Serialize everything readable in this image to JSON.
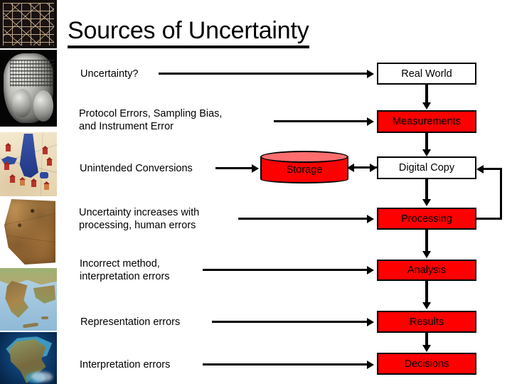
{
  "slide": {
    "title": "Sources of Uncertainty",
    "background_color": "#FFFFFF"
  },
  "colors": {
    "node_red": "#FF0000",
    "node_white": "#FFFFFF",
    "outline": "#000000",
    "cylinder_top": "#FF6E6E"
  },
  "filmstrip": [
    {
      "name": "stick-chart-image",
      "caption": "Marshall Islands navigational stick chart"
    },
    {
      "name": "clay-tablet-image",
      "caption": "Babylonian clay tablet map"
    },
    {
      "name": "medieval-city-map-image",
      "caption": "Medieval pictorial city map"
    },
    {
      "name": "parchment-map-image",
      "caption": "Aged parchment portolan map"
    },
    {
      "name": "terrain-map-image",
      "caption": "Physical terrain map of Greece"
    },
    {
      "name": "satellite-image",
      "caption": "Satellite view of North America"
    }
  ],
  "sources": [
    {
      "id": "uncertainty-question",
      "text": "Uncertainty?"
    },
    {
      "id": "protocol-errors",
      "text": "Protocol Errors, Sampling Bias,\nand Instrument Error"
    },
    {
      "id": "unintended-conversions",
      "text": "Unintended Conversions"
    },
    {
      "id": "uncertainty-increases",
      "text": "Uncertainty increases with\nprocessing, human errors"
    },
    {
      "id": "incorrect-method",
      "text": "Incorrect method,\ninterpretation errors"
    },
    {
      "id": "representation-errors",
      "text": "Representation errors"
    },
    {
      "id": "interpretation-errors",
      "text": "Interpretation errors"
    }
  ],
  "pipeline": [
    {
      "id": "real-world",
      "label": "Real World",
      "fill": "white",
      "shape": "rect"
    },
    {
      "id": "measurements",
      "label": "Measurements",
      "fill": "red",
      "shape": "rect"
    },
    {
      "id": "digital-copy",
      "label": "Digital Copy",
      "fill": "white",
      "shape": "rect"
    },
    {
      "id": "processing",
      "label": "Processing",
      "fill": "red",
      "shape": "rect"
    },
    {
      "id": "analysis",
      "label": "Analysis",
      "fill": "red",
      "shape": "rect"
    },
    {
      "id": "results",
      "label": "Results",
      "fill": "red",
      "shape": "rect"
    },
    {
      "id": "decisions",
      "label": "Decisions",
      "fill": "red",
      "shape": "rect"
    }
  ],
  "storage": {
    "id": "storage",
    "label": "Storage",
    "fill": "red",
    "shape": "cylinder"
  },
  "connections": [
    {
      "from": "uncertainty-question",
      "to": "real-world",
      "type": "arrow-right"
    },
    {
      "from": "protocol-errors",
      "to": "measurements",
      "type": "arrow-right"
    },
    {
      "from": "unintended-conversions",
      "to": "storage",
      "type": "arrow-right"
    },
    {
      "from": "uncertainty-increases",
      "to": "processing",
      "type": "arrow-right"
    },
    {
      "from": "incorrect-method",
      "to": "analysis",
      "type": "arrow-right"
    },
    {
      "from": "representation-errors",
      "to": "results",
      "type": "arrow-right"
    },
    {
      "from": "interpretation-errors",
      "to": "decisions",
      "type": "arrow-right"
    },
    {
      "from": "real-world",
      "to": "measurements",
      "type": "arrow-down"
    },
    {
      "from": "measurements",
      "to": "digital-copy",
      "type": "arrow-down"
    },
    {
      "from": "digital-copy",
      "to": "storage",
      "type": "arrow-double"
    },
    {
      "from": "digital-copy",
      "to": "processing",
      "type": "arrow-down"
    },
    {
      "from": "processing",
      "to": "digital-copy",
      "type": "arrow-feedback"
    },
    {
      "from": "processing",
      "to": "analysis",
      "type": "arrow-down"
    },
    {
      "from": "analysis",
      "to": "results",
      "type": "arrow-down"
    },
    {
      "from": "results",
      "to": "decisions",
      "type": "arrow-down"
    }
  ]
}
